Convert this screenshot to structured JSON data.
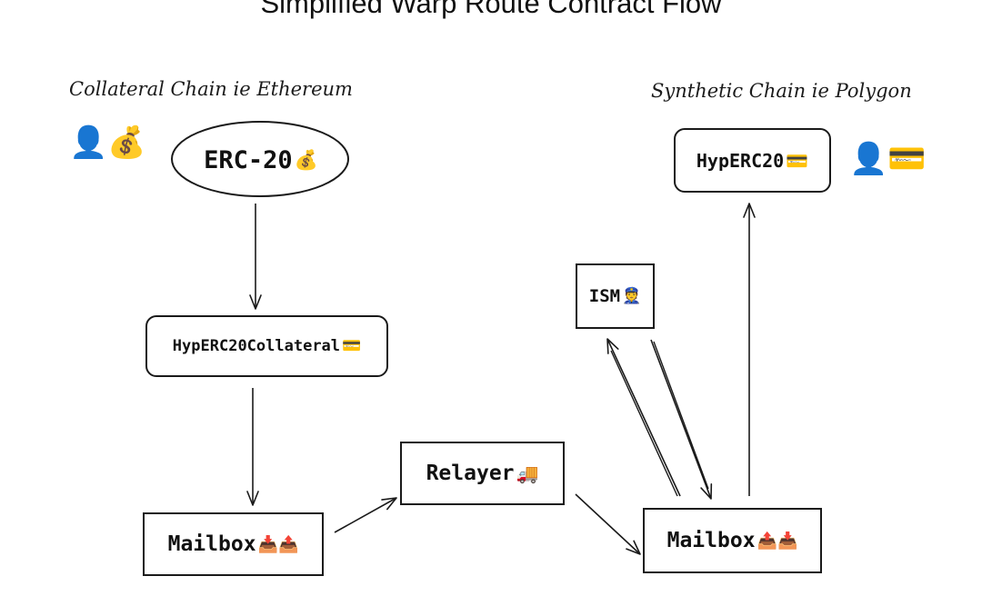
{
  "title": "Simplified Warp Route Contract Flow",
  "collateral_chain": {
    "label": "Collateral Chain ie Ethereum",
    "user": {
      "person_icon": "👤",
      "money_icon": "💰"
    },
    "erc20": {
      "label": "ERC-20",
      "icon": "💰"
    },
    "hyp_collateral": {
      "label": "HypERC20Collateral",
      "icon": "💳"
    },
    "mailbox": {
      "label": "Mailbox",
      "icon": "📥📤"
    }
  },
  "relayer": {
    "label": "Relayer",
    "icon": "🚚"
  },
  "synthetic_chain": {
    "label": "Synthetic Chain ie Polygon",
    "user": {
      "person_icon": "👤",
      "card_icon": "💳"
    },
    "hyp_erc20": {
      "label": "HypERC20",
      "icon": "💳"
    },
    "ism": {
      "label": "ISM",
      "icon": "👮"
    },
    "mailbox": {
      "label": "Mailbox",
      "icon": "📤📥"
    }
  },
  "colors": {
    "stroke": "#1a1a1a",
    "text": "#111111",
    "background": "#ffffff"
  }
}
